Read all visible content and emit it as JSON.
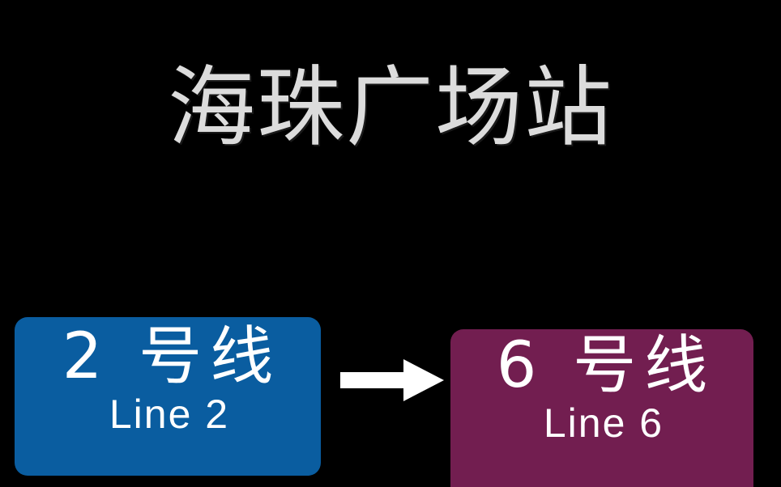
{
  "background_color": "#000000",
  "station": {
    "name_cn": "海珠广场站",
    "title_color": "#dcdcdc"
  },
  "transfer": {
    "arrow_icon": "arrow-right-icon",
    "arrow_color": "#ffffff",
    "from": {
      "line_number": "2",
      "label_cn": "2 号线",
      "label_en": "Line  2",
      "color": "#0a5da0",
      "text_color": "#ffffff"
    },
    "to": {
      "line_number": "6",
      "label_cn": "6 号线",
      "label_en": "Line  6",
      "color": "#721e50",
      "text_color": "#ffffff"
    }
  }
}
